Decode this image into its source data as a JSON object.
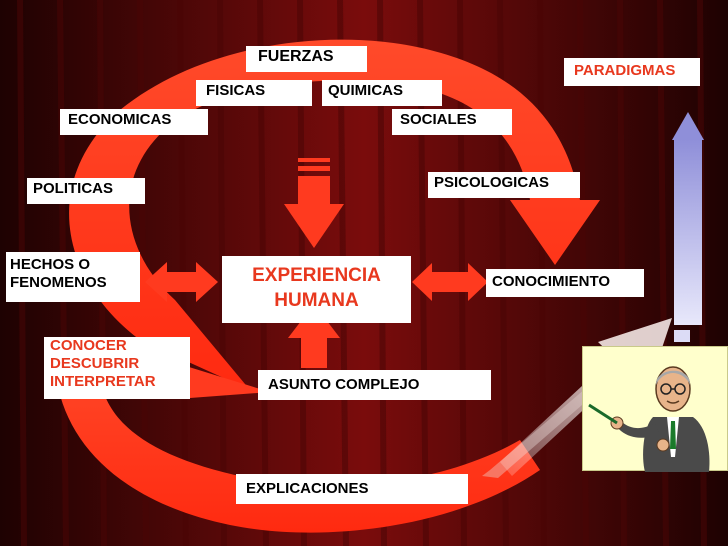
{
  "colors": {
    "background_dark": "#2a0404",
    "curtain_red": "#8a0e0e",
    "cycle_red": "#ff3a1f",
    "text_red": "#e8381e",
    "arrow_blue": "#c9c8f2"
  },
  "labels": {
    "fuerzas": "FUERZAS",
    "fisicas": "FISICAS",
    "quimicas": "QUIMICAS",
    "economicas": "ECONOMICAS",
    "sociales": "SOCIALES",
    "politicas": "POLITICAS",
    "psicologicas": "PSICOLOGICAS",
    "paradigmas": "PARADIGMAS",
    "hechos_line1": "HECHOS O",
    "hechos_line2": "FENOMENOS",
    "experiencia_line1": "EXPERIENCIA",
    "experiencia_line2": "HUMANA",
    "conocimiento": "CONOCIMIENTO",
    "conocer": "CONOCER",
    "descubrir": "DESCUBRIR",
    "interpretar": "INTERPRETAR",
    "asunto": "ASUNTO COMPLEJO",
    "explicaciones": "EXPLICACIONES"
  },
  "icons": {
    "teacher": "teacher-pointing-icon"
  }
}
